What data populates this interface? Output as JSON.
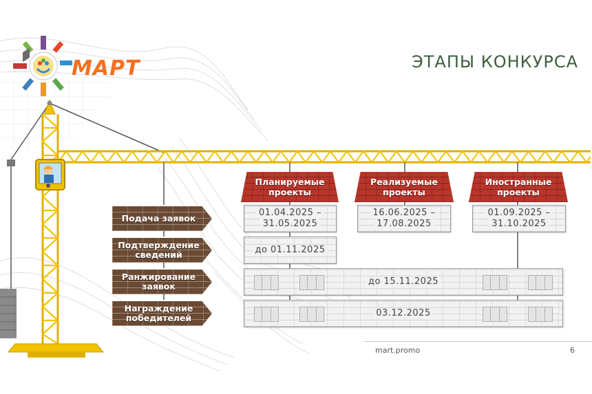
{
  "slide": {
    "title": "ЭТАПЫ КОНКУРСА",
    "logo_text": "МАРТ",
    "footer_url": "mart.promo",
    "page_number": "6"
  },
  "columns": [
    {
      "label": "Планируемые проекты"
    },
    {
      "label": "Реализуемые проекты"
    },
    {
      "label": "Иностранные проекты"
    }
  ],
  "stages": [
    {
      "label": "Подача заявок"
    },
    {
      "label": "Подтверждение сведений"
    },
    {
      "label": "Ранжирование заявок"
    },
    {
      "label": "Награждение победителей"
    }
  ],
  "dates": {
    "submission": [
      {
        "line1": "01.04.2025 –",
        "line2": "31.05.2025"
      },
      {
        "line1": "16.06.2025 –",
        "line2": "17.08.2025"
      },
      {
        "line1": "01.09.2025 –",
        "line2": "31.10.2025"
      }
    ],
    "confirmation": "до 01.11.2025",
    "ranking": "до 15.11.2025",
    "awarding": "03.12.2025"
  },
  "colors": {
    "crane": "#f2c200",
    "roof": "#b8352a",
    "brick": "#6b4a33",
    "title": "#3f5d3f",
    "logo": "#f37021"
  }
}
